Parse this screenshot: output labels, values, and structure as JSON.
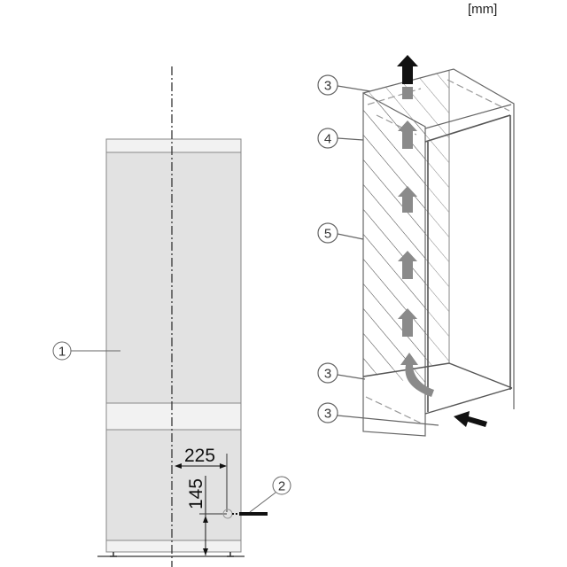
{
  "unit_label": "[mm]",
  "left_view": {
    "callout_appliance": "1",
    "callout_connection": "2",
    "dim_horizontal": "225",
    "dim_vertical": "145"
  },
  "right_view": {
    "callout_top_vent": "3",
    "callout_side_panel": "4",
    "callout_air_channel": "5",
    "callout_bottom_vent": "3",
    "callout_plinth_vent": "3"
  },
  "colors": {
    "panel_grey": "#e2e2e2",
    "band_light": "#f2f2f2",
    "arrow_grey": "#8a8a8a",
    "arrow_black": "#111111",
    "line": "#777777"
  }
}
